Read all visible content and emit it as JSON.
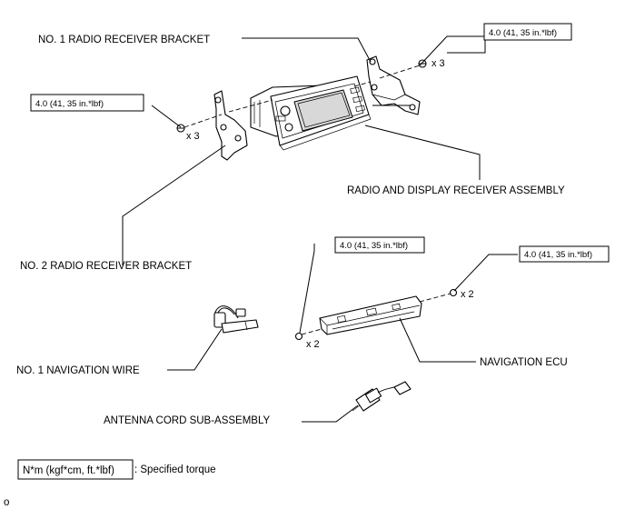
{
  "labels": {
    "no1_bracket": "NO. 1 RADIO RECEIVER BRACKET",
    "radio_assembly": "RADIO AND DISPLAY RECEIVER ASSEMBLY",
    "no2_bracket": "NO. 2 RADIO RECEIVER BRACKET",
    "no1_nav_wire": "NO. 1 NAVIGATION WIRE",
    "navigation_ecu": "NAVIGATION ECU",
    "antenna_cord": "ANTENNA CORD SUB-ASSEMBLY"
  },
  "torque": {
    "top_right": "4.0 (41, 35 in.*lbf)",
    "left": "4.0 (41, 35 in.*lbf)",
    "ecu_left": "4.0 (41, 35 in.*lbf)",
    "ecu_right": "4.0 (41, 35 in.*lbf)"
  },
  "quantities": {
    "top_right": "x 3",
    "left": "x 3",
    "ecu_right": "x 2",
    "ecu_left": "x 2"
  },
  "legend": {
    "box_text": "N*m (kgf*cm, ft.*lbf)",
    "description": ": Specified torque"
  },
  "corner_mark": "o"
}
